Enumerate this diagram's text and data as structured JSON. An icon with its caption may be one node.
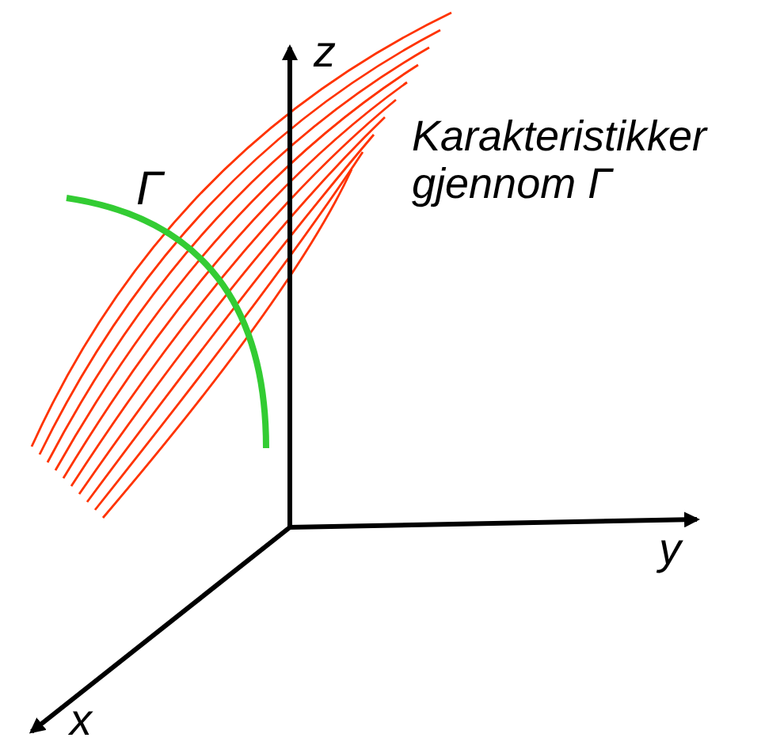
{
  "diagram": {
    "labels": [
      "z",
      "Γ",
      "Karakteristikker gjennom Γ",
      "y",
      "x"
    ]
  }
}
